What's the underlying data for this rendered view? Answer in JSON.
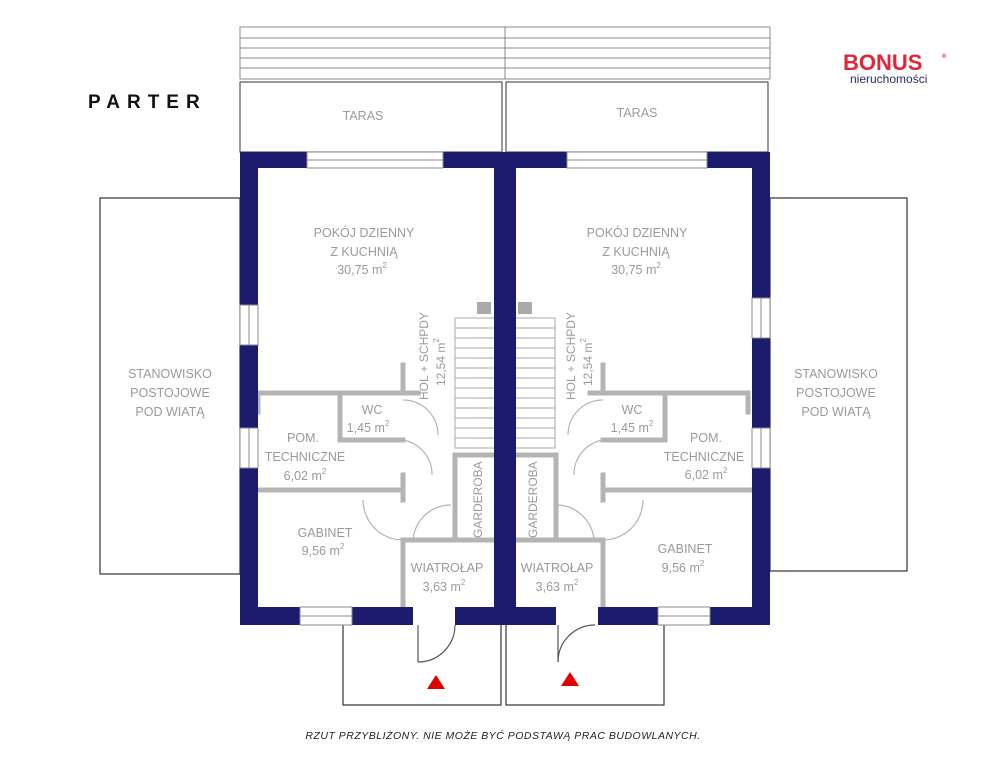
{
  "heading": "PARTER",
  "brand": {
    "name": "BONUS",
    "registered": "®",
    "sub": "nieruchomości",
    "color": "#e0263a"
  },
  "footer_note": "RZUT  PRZYBLIŻONY.  NIE  MOŻE  BYĆ  PODSTAWĄ  PRAC  BUDOWLANYCH.",
  "colors": {
    "wall": "#1c1c6e",
    "partition": "#b4b4b4",
    "entry_arrow": "#e00000"
  },
  "units": [
    {
      "terrace": "TARAS",
      "living": {
        "line1": "POKÓJ DZIENNY",
        "line2": "Z KUCHNIĄ",
        "area": "30,75 m",
        "sup": "2"
      },
      "hall": {
        "line1": "HOL + SCHPDY",
        "area": "12,54 m",
        "sup": "2"
      },
      "wc": {
        "name": "WC",
        "area": "1,45 m",
        "sup": "2"
      },
      "technical": {
        "line1": "POM.",
        "line2": "TECHNICZNE",
        "area": "6,02 m",
        "sup": "2"
      },
      "office": {
        "name": "GABINET",
        "area": "9,56 m",
        "sup": "2"
      },
      "vestibule": {
        "name": "WIATROŁAP",
        "area": "3,63 m",
        "sup": "2"
      },
      "wardrobe": "GARDEROBA",
      "carport": {
        "line1": "STANOWISKO",
        "line2": "POSTOJOWE",
        "line3": "POD WIATĄ"
      }
    },
    {
      "terrace": "TARAS",
      "living": {
        "line1": "POKÓJ DZIENNY",
        "line2": "Z KUCHNIĄ",
        "area": "30,75 m",
        "sup": "2"
      },
      "hall": {
        "line1": "HOL + SCHPDY",
        "area": "12,54 m",
        "sup": "2"
      },
      "wc": {
        "name": "WC",
        "area": "1,45 m",
        "sup": "2"
      },
      "technical": {
        "line1": "POM.",
        "line2": "TECHNICZNE",
        "area": "6,02 m",
        "sup": "2"
      },
      "office": {
        "name": "GABINET",
        "area": "9,56 m",
        "sup": "2"
      },
      "vestibule": {
        "name": "WIATROŁAP",
        "area": "3,63 m",
        "sup": "2"
      },
      "wardrobe": "GARDEROBA",
      "carport": {
        "line1": "STANOWISKO",
        "line2": "POSTOJOWE",
        "line3": "POD WIATĄ"
      }
    }
  ]
}
